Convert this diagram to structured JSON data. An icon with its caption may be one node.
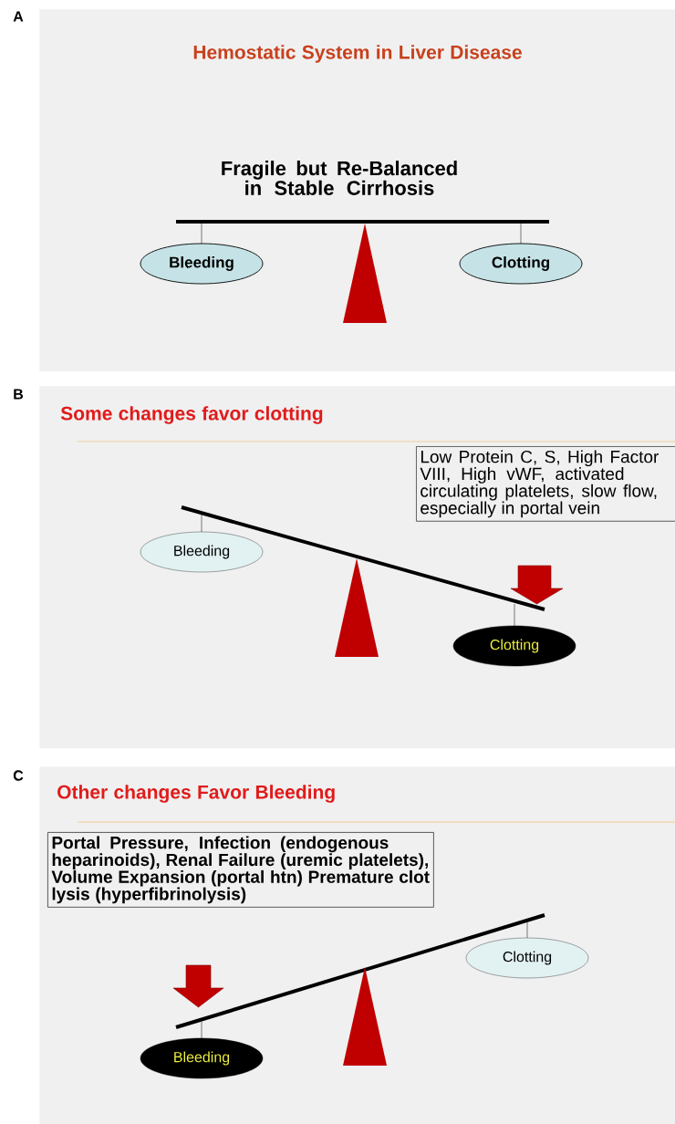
{
  "diagram": {
    "nodes": [
      {
        "text": [
          "Hemostatic System in Liver Disease"
        ]
      },
      {
        "text": [
          "Bleeding"
        ],
        "in": 0
      },
      {
        "text": [
          "Clotting"
        ],
        "in": 0
      },
      {
        "text": [
          "Some changes favor clotting"
        ]
      },
      {
        "text": [
          "Low Protein C, S, High Factor VIII, High vWF, activated circulating platelets, slow flow, especially in portal vein"
        ],
        "in": 3
      },
      {
        "text": [
          "Bleeding"
        ],
        "in": 3
      },
      {
        "text": [
          "Clotting"
        ],
        "in": 3
      },
      {
        "text": [
          "Other changes Favor Bleeding"
        ]
      },
      {
        "text": [
          "Portal Pressure, Infection (endogenous heparinoids), Renal Failure (uremic platelets), Volume Expansion (portal htn) Premature clot lysis (hyperfibrinolysis)"
        ],
        "in": 7
      },
      {
        "text": [
          "Bleeding"
        ],
        "in": 7
      },
      {
        "text": [
          "Clotting"
        ],
        "in": 7
      }
    ],
    "labels": [
      "A",
      "Fragile but Re-Balanced in Stable Cirrhosis",
      "B",
      "C"
    ]
  }
}
